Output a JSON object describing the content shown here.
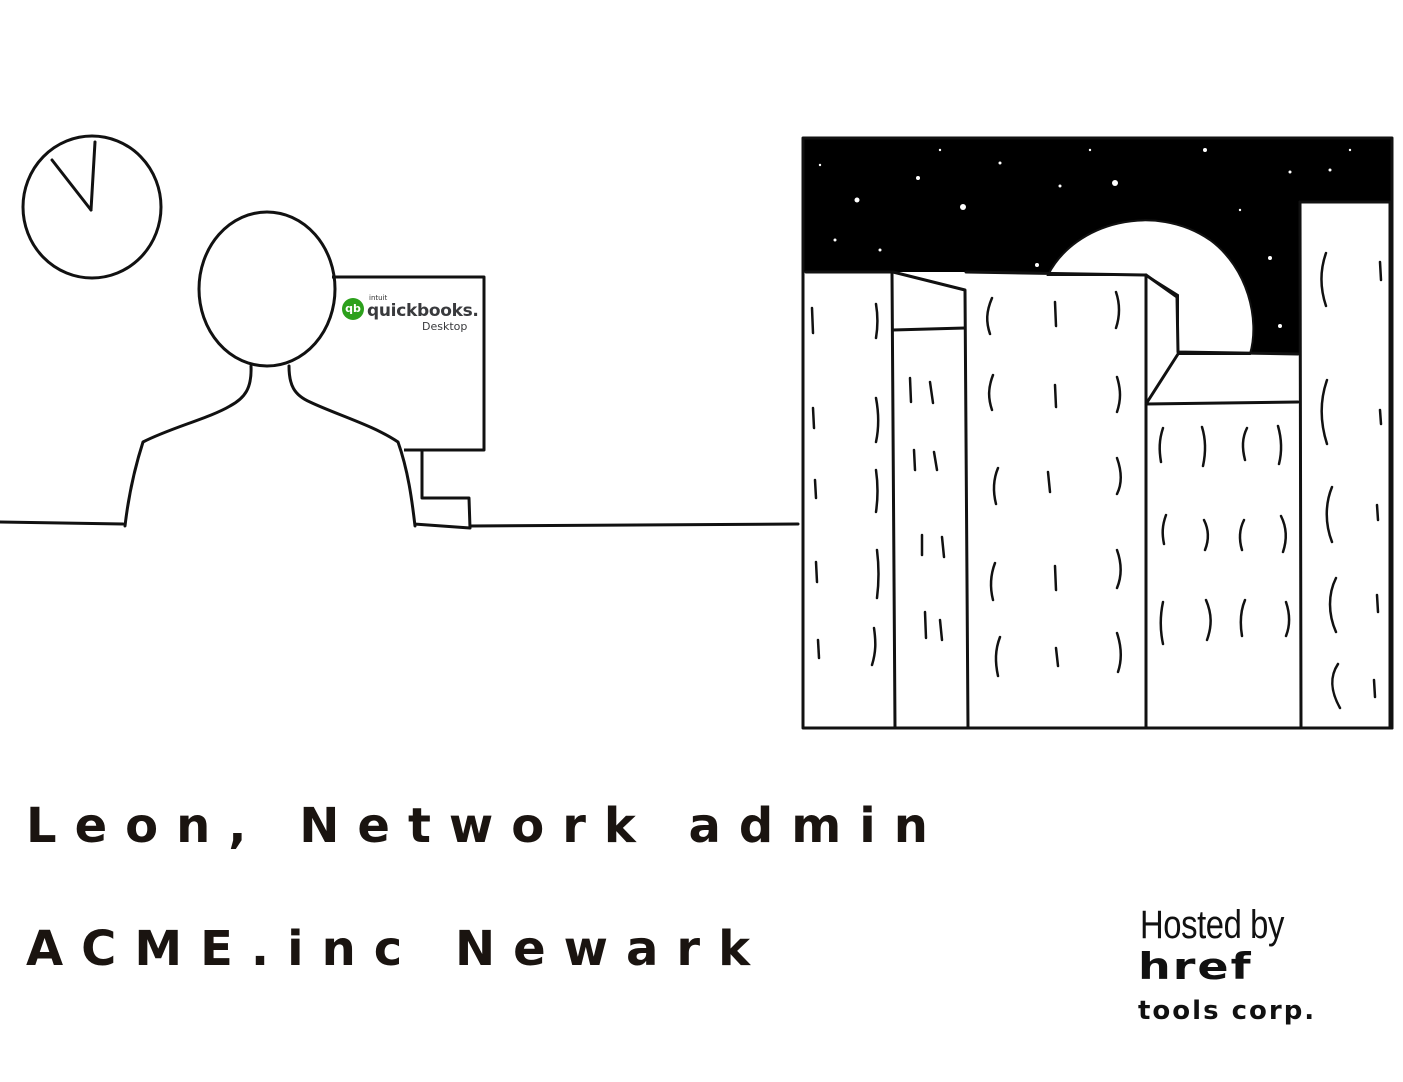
{
  "caption": {
    "line1": "Leon, Network admin",
    "line2": "ACME.inc Newark"
  },
  "monitor_logo": {
    "mark": "qb",
    "brand_small": "intuit",
    "brand": "quickbooks.",
    "product": "Desktop",
    "color": "#2ca01c"
  },
  "hosted": {
    "label": "Hosted by",
    "word1": "href",
    "word2": "tools corp."
  },
  "scene": {
    "icons": [
      "wall-clock-icon",
      "person-figure",
      "monitor-icon",
      "desk",
      "night-city-window",
      "moon-icon",
      "stars"
    ],
    "sky_color": "#000000",
    "line_color": "#111111"
  }
}
